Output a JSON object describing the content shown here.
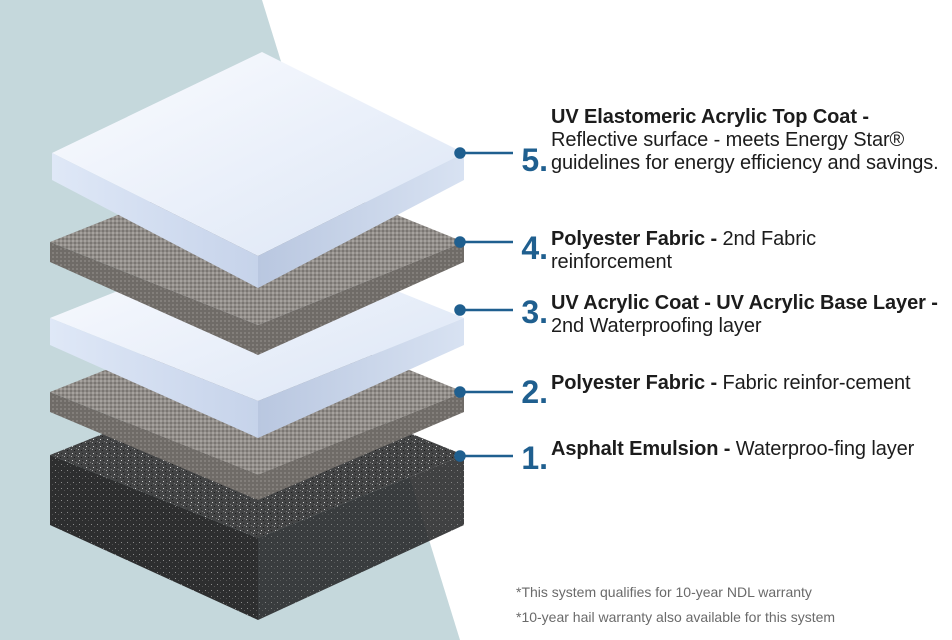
{
  "layers": [
    {
      "number": "5.",
      "title": "UV Elastomeric Acrylic Top Coat -",
      "description": "Reflective surface - meets Energy Star® guidelines for energy efficiency and savings."
    },
    {
      "number": "4.",
      "title": "Polyester Fabric -",
      "description": "2nd Fabric reinforcement"
    },
    {
      "number": "3.",
      "title": "UV Acrylic Coat - UV Acrylic Base Layer -",
      "description": "2nd Waterproofing layer"
    },
    {
      "number": "2.",
      "title": "Polyester Fabric -",
      "description": "Fabric reinfor-cement"
    },
    {
      "number": "1.",
      "title": "Asphalt Emulsion -",
      "description": "Waterproo-fing layer"
    }
  ],
  "footnotes": [
    "*This system qualifies for 10-year NDL warranty",
    "*10-year hail warranty also available for this system"
  ],
  "colors": {
    "background_shape": "#c5d8dc",
    "accent_blue": "#1f5f8f",
    "coating_white": "#eef3fb",
    "fabric_gray": "#8e8a86",
    "asphalt_dark": "#3e3f40"
  }
}
